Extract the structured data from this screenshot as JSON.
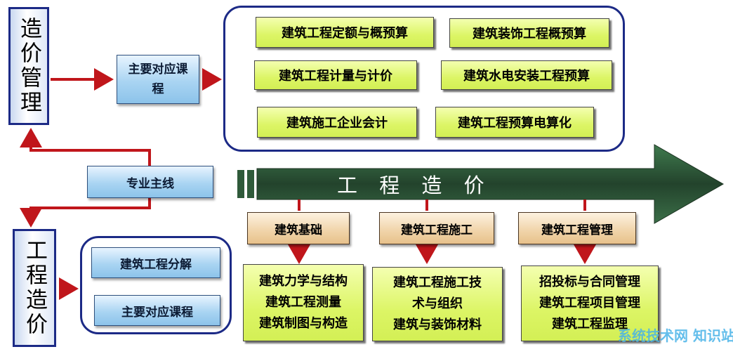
{
  "left_top_label": "造价管理",
  "left_bottom_label": "工程造价",
  "main_course_label": "主要对应课程",
  "major_line_label": "专业主线",
  "top_courses": [
    "建筑工程定额与概预算",
    "建筑装饰工程概预算",
    "建筑工程计量与计价",
    "建筑水电安装工程预算",
    "建筑施工企业会计",
    "建筑工程预算电算化"
  ],
  "bottom_left_items": [
    "建筑工程分解",
    "主要对应课程"
  ],
  "big_arrow_title": "工 程 造 价",
  "branches": [
    {
      "title": "建筑基础",
      "lines": [
        "建筑力学与结构",
        "建筑工程测量",
        "建筑制图与构造"
      ]
    },
    {
      "title": "建筑工程施工",
      "lines": [
        "建筑工程施工技",
        "术与组织",
        "建筑与装饰材料"
      ]
    },
    {
      "title": "建筑工程管理",
      "lines": [
        "招投标与合同管理",
        "建筑工程项目管理",
        "建筑工程监理"
      ]
    }
  ],
  "watermark": "系统技术网 知识站",
  "colors": {
    "frame": "#1c2a86",
    "arrow_red": "#c0161b",
    "course_yellow": "#dcf565",
    "arrow_green": "#2f5a3a"
  }
}
